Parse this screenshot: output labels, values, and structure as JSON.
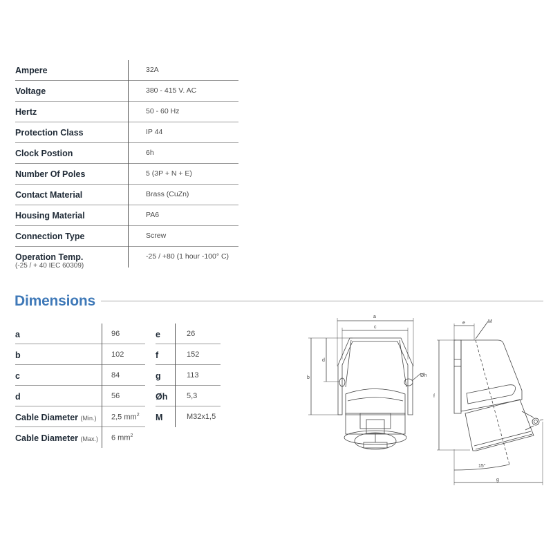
{
  "specs": {
    "rows": [
      {
        "label": "Ampere",
        "value": "32A"
      },
      {
        "label": "Voltage",
        "value": "380 - 415 V. AC"
      },
      {
        "label": "Hertz",
        "value": "50 - 60 Hz"
      },
      {
        "label": "Protection Class",
        "value": "IP 44"
      },
      {
        "label": "Clock Postion",
        "value": "6h"
      },
      {
        "label": "Number Of Poles",
        "value": "5 (3P + N + E)"
      },
      {
        "label": "Contact Material",
        "value": "Brass (CuZn)"
      },
      {
        "label": "Housing Material",
        "value": "PA6"
      },
      {
        "label": "Connection Type",
        "value": "Screw"
      },
      {
        "label": "Operation Temp.",
        "sublabel": "(-25 / + 40 IEC 60309)",
        "value": "-25 / +80 (1 hour -100° C)"
      }
    ]
  },
  "dimensions": {
    "title": "Dimensions",
    "accent_color": "#3f79b8",
    "left": [
      {
        "label": "a",
        "value": "96"
      },
      {
        "label": "b",
        "value": "102"
      },
      {
        "label": "c",
        "value": "84"
      },
      {
        "label": "d",
        "value": "56"
      },
      {
        "label": "Cable Diameter",
        "qualifier": "(Min.)",
        "value": "2,5 mm",
        "unit_sup": "2"
      },
      {
        "label": "Cable Diameter",
        "qualifier": "(Max.)",
        "value": "6 mm",
        "unit_sup": "2"
      }
    ],
    "right": [
      {
        "label": "e",
        "value": "26"
      },
      {
        "label": "f",
        "value": "152"
      },
      {
        "label": "g",
        "value": "113"
      },
      {
        "label": "Øh",
        "value": "5,3"
      },
      {
        "label": "M",
        "value": "M32x1,5"
      }
    ]
  },
  "drawing": {
    "front_labels": {
      "a": "a",
      "c": "c",
      "b": "b",
      "d": "d",
      "h": "Øh"
    },
    "side_labels": {
      "e": "e",
      "M": "M",
      "f": "f",
      "angle": "15°",
      "g": "g"
    }
  }
}
